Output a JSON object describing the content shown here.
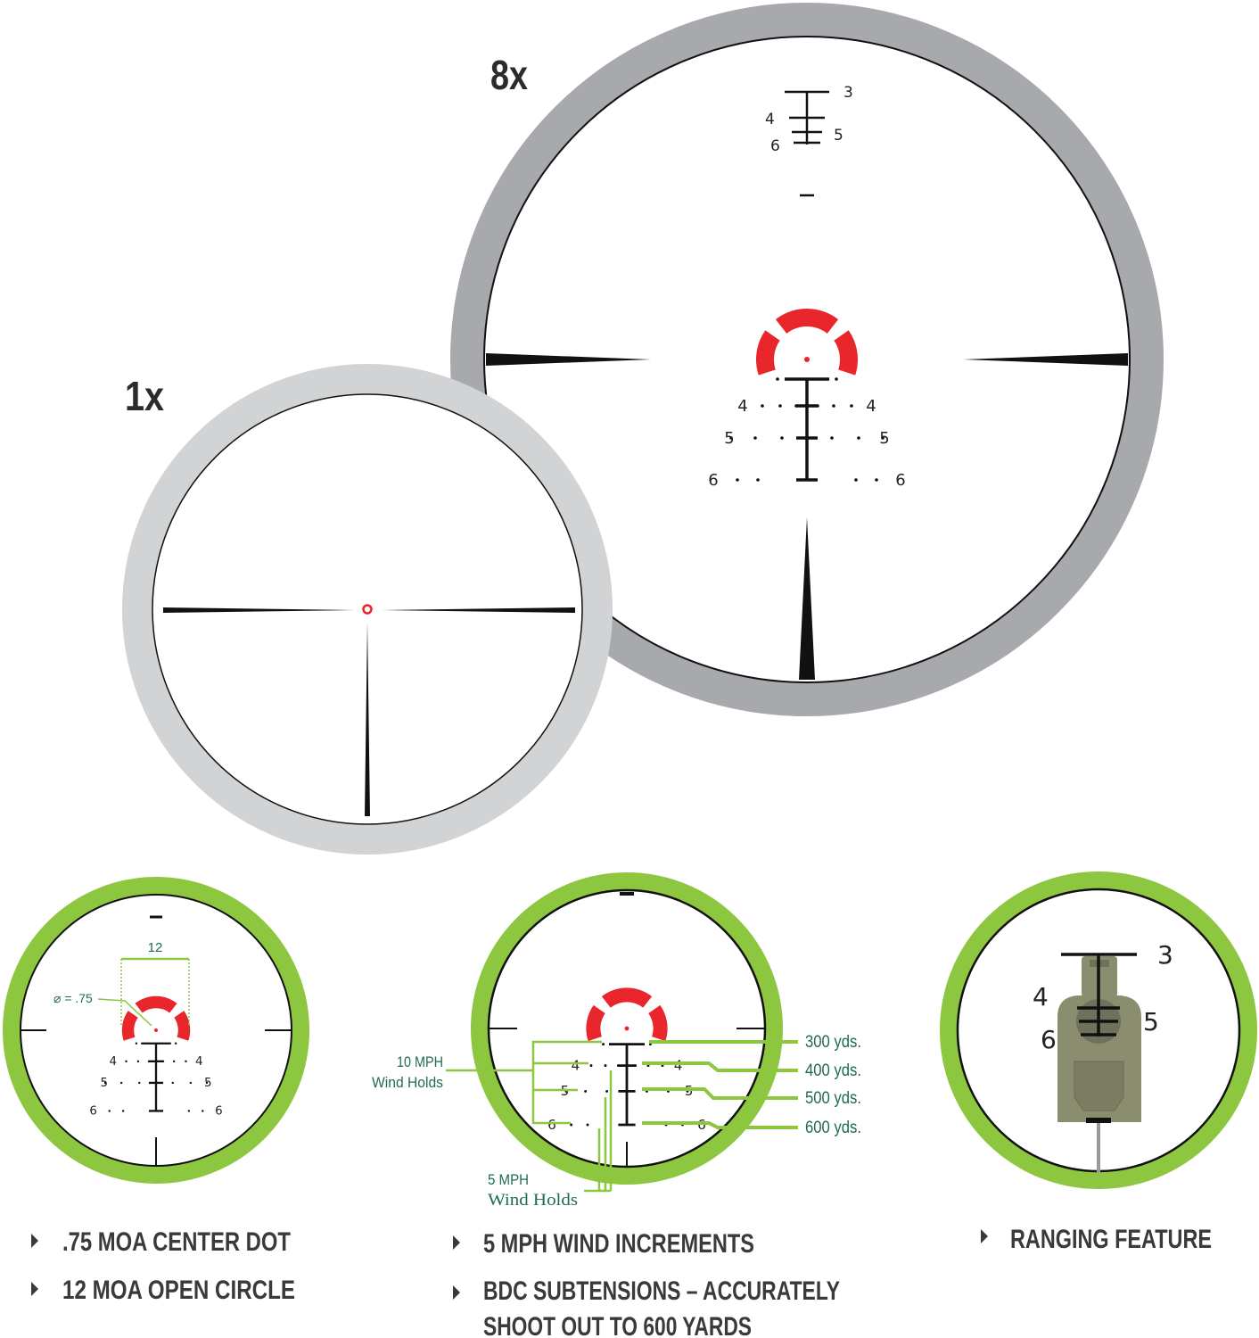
{
  "magnifications": {
    "low": "1x",
    "high": "8x"
  },
  "reticle_labels": {
    "row4": "4",
    "row5": "5",
    "row6": "6",
    "top3": "3"
  },
  "center_dot_panel": {
    "diameter_label": "⌀ = .75",
    "circle_label": "12"
  },
  "wind_panel": {
    "ten_mph_line1": "10 MPH",
    "ten_mph_line2": "Wind Holds",
    "five_mph_line1": "5 MPH",
    "five_mph_line2": "Wind Holds",
    "ranges": [
      "300 yds.",
      "400 yds.",
      "500 yds.",
      "600 yds."
    ]
  },
  "ranging_panel": {
    "labels": [
      "3",
      "4",
      "5",
      "6"
    ]
  },
  "features": {
    "left": [
      ".75 MOA CENTER DOT",
      "12 MOA OPEN CIRCLE"
    ],
    "middle": [
      "5 MPH WIND INCREMENTS",
      "BDC SUBTENSIONS – ACCURATELY",
      "SHOOT OUT TO 600 YARDS"
    ],
    "right": [
      "RANGING FEATURE"
    ]
  },
  "colors": {
    "red": "#e8262b",
    "green": "#8dc63f",
    "ring_gray_dark": "#a7a9ac",
    "ring_gray_light": "#d1d3d4",
    "annotation": "#1f6b55",
    "target": "#8b8d6f"
  }
}
